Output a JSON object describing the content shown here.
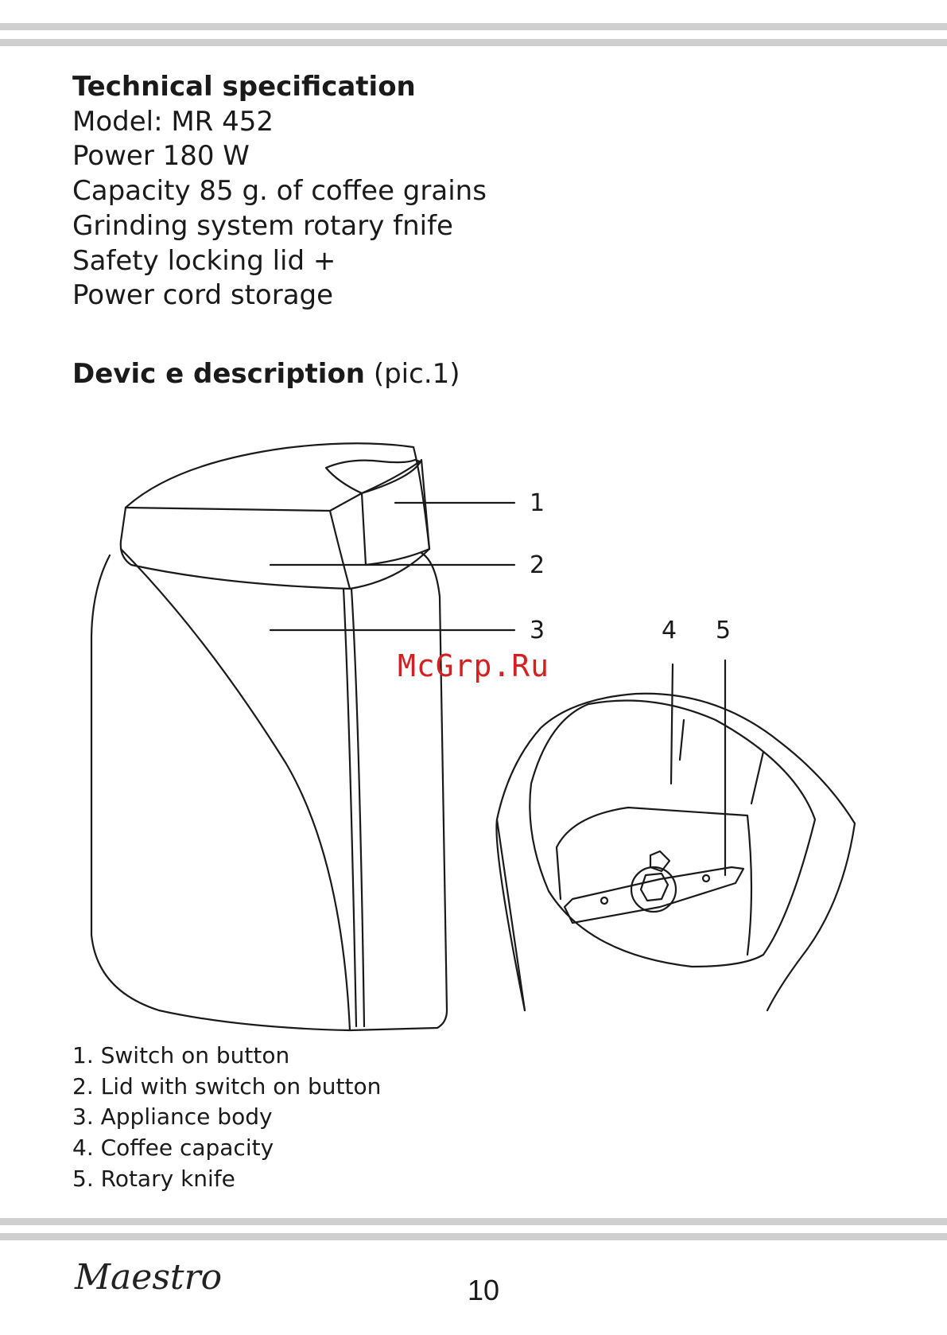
{
  "spec": {
    "heading": "Technical specification",
    "lines": [
      "Model:  MR 452",
      "Power 180 W",
      "Capacity 85 g. of coffee grains",
      "Grinding system rotary fnife",
      "Safety locking lid +",
      "Power cord storage"
    ]
  },
  "device": {
    "heading": "Devic e description",
    "ref": "(pic.1)"
  },
  "callouts": [
    "1",
    "2",
    "3",
    "4",
    "5"
  ],
  "legend": [
    "1. Switch on button",
    "2. Lid with switch on button",
    "3. Appliance body",
    "4. Coffee capacity",
    "5. Rotary knife"
  ],
  "watermark": "McGrp.Ru",
  "footer": {
    "brand": "Maestro",
    "page_number": "10"
  }
}
